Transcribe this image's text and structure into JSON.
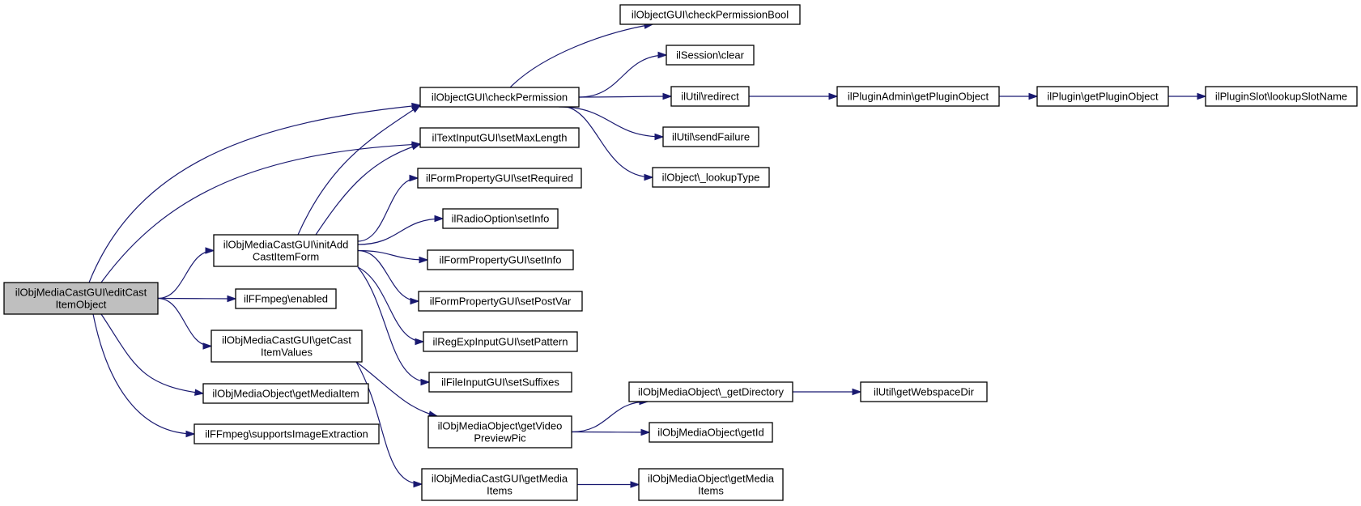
{
  "diagram": {
    "root": "editCastItemObject",
    "nodes": [
      {
        "id": "editCastItemObject",
        "lines": [
          "ilObjMediaCastGUI\\editCast",
          "ItemObject"
        ],
        "root": true
      },
      {
        "id": "checkPermission",
        "lines": [
          "ilObjectGUI\\checkPermission"
        ]
      },
      {
        "id": "setMaxLength",
        "lines": [
          "ilTextInputGUI\\setMaxLength"
        ]
      },
      {
        "id": "initAddCastItemForm",
        "lines": [
          "ilObjMediaCastGUI\\initAdd",
          "CastItemForm"
        ]
      },
      {
        "id": "enabled",
        "lines": [
          "ilFFmpeg\\enabled"
        ]
      },
      {
        "id": "getCastItemValues",
        "lines": [
          "ilObjMediaCastGUI\\getCast",
          "ItemValues"
        ]
      },
      {
        "id": "getMediaItem",
        "lines": [
          "ilObjMediaObject\\getMediaItem"
        ]
      },
      {
        "id": "supportsImageExtraction",
        "lines": [
          "ilFFmpeg\\supportsImageExtraction"
        ]
      },
      {
        "id": "checkPermissionBool",
        "lines": [
          "ilObjectGUI\\checkPermissionBool"
        ]
      },
      {
        "id": "sessionClear",
        "lines": [
          "ilSession\\clear"
        ]
      },
      {
        "id": "redirect",
        "lines": [
          "ilUtil\\redirect"
        ]
      },
      {
        "id": "sendFailure",
        "lines": [
          "ilUtil\\sendFailure"
        ]
      },
      {
        "id": "lookupType",
        "lines": [
          "ilObject\\_lookupType"
        ]
      },
      {
        "id": "pluginAdminGetPluginObject",
        "lines": [
          "ilPluginAdmin\\getPluginObject"
        ]
      },
      {
        "id": "pluginGetPluginObject",
        "lines": [
          "ilPlugin\\getPluginObject"
        ]
      },
      {
        "id": "lookupSlotName",
        "lines": [
          "ilPluginSlot\\lookupSlotName"
        ]
      },
      {
        "id": "setRequired",
        "lines": [
          "ilFormPropertyGUI\\setRequired"
        ]
      },
      {
        "id": "radioSetInfo",
        "lines": [
          "ilRadioOption\\setInfo"
        ]
      },
      {
        "id": "formSetInfo",
        "lines": [
          "ilFormPropertyGUI\\setInfo"
        ]
      },
      {
        "id": "setPostVar",
        "lines": [
          "ilFormPropertyGUI\\setPostVar"
        ]
      },
      {
        "id": "setPattern",
        "lines": [
          "ilRegExpInputGUI\\setPattern"
        ]
      },
      {
        "id": "setSuffixes",
        "lines": [
          "ilFileInputGUI\\setSuffixes"
        ]
      },
      {
        "id": "getVideoPreviewPic",
        "lines": [
          "ilObjMediaObject\\getVideo",
          "PreviewPic"
        ]
      },
      {
        "id": "getDirectory",
        "lines": [
          "ilObjMediaObject\\_getDirectory"
        ]
      },
      {
        "id": "getId",
        "lines": [
          "ilObjMediaObject\\getId"
        ]
      },
      {
        "id": "getWebspaceDir",
        "lines": [
          "ilUtil\\getWebspaceDir"
        ]
      },
      {
        "id": "castGetMediaItems",
        "lines": [
          "ilObjMediaCastGUI\\getMedia",
          "Items"
        ]
      },
      {
        "id": "objGetMediaItems",
        "lines": [
          "ilObjMediaObject\\getMedia",
          "Items"
        ]
      }
    ],
    "edges": [
      {
        "from": "editCastItemObject",
        "to": "checkPermission"
      },
      {
        "from": "editCastItemObject",
        "to": "setMaxLength"
      },
      {
        "from": "editCastItemObject",
        "to": "initAddCastItemForm"
      },
      {
        "from": "editCastItemObject",
        "to": "enabled"
      },
      {
        "from": "editCastItemObject",
        "to": "getCastItemValues"
      },
      {
        "from": "editCastItemObject",
        "to": "getMediaItem"
      },
      {
        "from": "editCastItemObject",
        "to": "supportsImageExtraction"
      },
      {
        "from": "checkPermission",
        "to": "checkPermissionBool"
      },
      {
        "from": "checkPermission",
        "to": "sessionClear"
      },
      {
        "from": "checkPermission",
        "to": "redirect"
      },
      {
        "from": "checkPermission",
        "to": "sendFailure"
      },
      {
        "from": "checkPermission",
        "to": "lookupType"
      },
      {
        "from": "redirect",
        "to": "pluginAdminGetPluginObject"
      },
      {
        "from": "pluginAdminGetPluginObject",
        "to": "pluginGetPluginObject"
      },
      {
        "from": "pluginGetPluginObject",
        "to": "lookupSlotName"
      },
      {
        "from": "initAddCastItemForm",
        "to": "checkPermission"
      },
      {
        "from": "initAddCastItemForm",
        "to": "setMaxLength"
      },
      {
        "from": "initAddCastItemForm",
        "to": "setRequired"
      },
      {
        "from": "initAddCastItemForm",
        "to": "radioSetInfo"
      },
      {
        "from": "initAddCastItemForm",
        "to": "formSetInfo"
      },
      {
        "from": "initAddCastItemForm",
        "to": "setPostVar"
      },
      {
        "from": "initAddCastItemForm",
        "to": "setPattern"
      },
      {
        "from": "initAddCastItemForm",
        "to": "setSuffixes"
      },
      {
        "from": "getCastItemValues",
        "to": "getVideoPreviewPic"
      },
      {
        "from": "getCastItemValues",
        "to": "castGetMediaItems"
      },
      {
        "from": "getVideoPreviewPic",
        "to": "getDirectory"
      },
      {
        "from": "getVideoPreviewPic",
        "to": "getId"
      },
      {
        "from": "getDirectory",
        "to": "getWebspaceDir"
      },
      {
        "from": "castGetMediaItems",
        "to": "objGetMediaItems"
      }
    ]
  }
}
